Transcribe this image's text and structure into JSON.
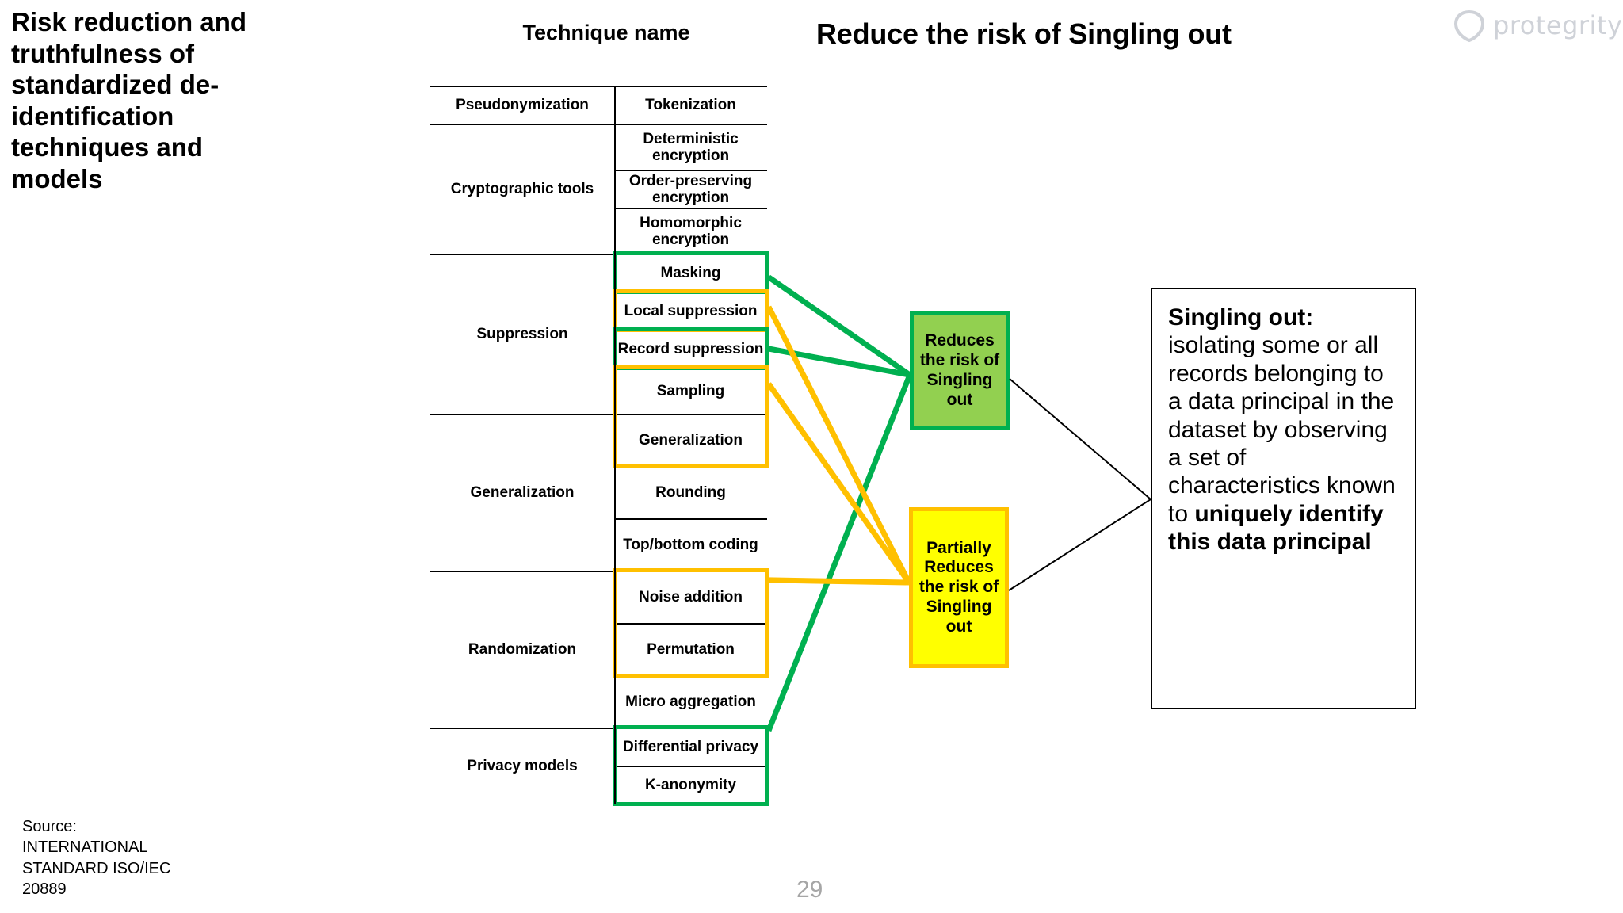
{
  "slide": {
    "title": "Risk reduction and truthfulness of standardized de-identification techniques and models",
    "main_heading": "Reduce the risk of Singling out",
    "page_number": "29",
    "source_note": "Source:\nINTERNATIONAL\nSTANDARD ISO/IEC\n 20889"
  },
  "logo": {
    "name": "protegrity-logo",
    "wordmark": "protegrity",
    "color": "#cfd2d8"
  },
  "table": {
    "column_header": "Technique name",
    "groups": [
      {
        "label": "Pseudonymization",
        "techniques": [
          {
            "label": "Tokenization",
            "highlight": "none"
          }
        ]
      },
      {
        "label": "Cryptographic tools",
        "techniques": [
          {
            "label": "Deterministic encryption",
            "highlight": "none"
          },
          {
            "label": "Order-preserving encryption",
            "highlight": "none"
          },
          {
            "label": "Homomorphic encryption",
            "highlight": "none"
          }
        ]
      },
      {
        "label": "Suppression",
        "techniques": [
          {
            "label": "Masking",
            "highlight": "green"
          },
          {
            "label": "Local suppression",
            "highlight": "yellow"
          },
          {
            "label": "Record suppression",
            "highlight": "green"
          },
          {
            "label": "Sampling",
            "highlight": "yellow"
          }
        ]
      },
      {
        "label": "Generalization",
        "techniques": [
          {
            "label": "Generalization",
            "highlight": "yellow"
          },
          {
            "label": "Rounding",
            "highlight": "none"
          },
          {
            "label": "Top/bottom coding",
            "highlight": "none"
          }
        ]
      },
      {
        "label": "Randomization",
        "techniques": [
          {
            "label": "Noise addition",
            "highlight": "yellow"
          },
          {
            "label": "Permutation",
            "highlight": "yellow"
          },
          {
            "label": "Micro aggregation",
            "highlight": "none"
          }
        ]
      },
      {
        "label": "Privacy models",
        "techniques": [
          {
            "label": "Differential privacy",
            "highlight": "green"
          },
          {
            "label": "K-anonymity",
            "highlight": "green"
          }
        ]
      }
    ]
  },
  "status_boxes": {
    "reduces": {
      "label": "Reduces the risk of Singling out",
      "fill": "#92d050",
      "border": "#00b050"
    },
    "partially_reduces": {
      "label": "Partially Reduces the risk of Singling out",
      "fill": "#ffff00",
      "border": "#ffc000"
    }
  },
  "definition": {
    "term": "Singling out:",
    "body_before": " isolating some or all records belonging to a data principal in the dataset by observing a set of characteristics known to ",
    "body_bold": "uniquely identify this data principal"
  },
  "colors": {
    "green_line": "#00b050",
    "yellow_line": "#ffc000",
    "black": "#000000",
    "page_number_gray": "#a6a6a6"
  }
}
